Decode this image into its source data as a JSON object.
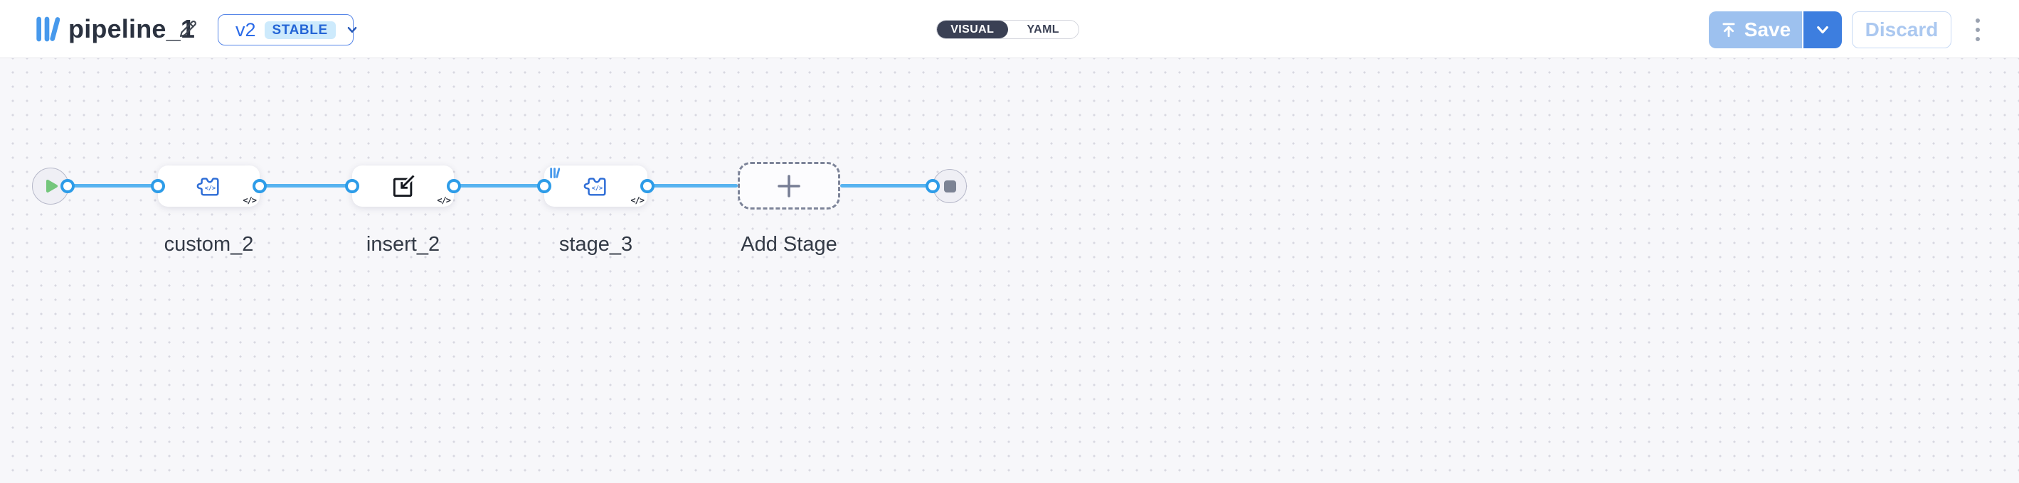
{
  "colors": {
    "brand-blue": "#4799ec",
    "accent-blue": "#2b6be8",
    "edge-blue": "#57b3f0",
    "port-blue": "#2d9ce8",
    "node-icon-blue": "#2c6cd6",
    "toggle-dark": "#3a4054",
    "save-disabled": "#9dc1ef",
    "save-enabled": "#3d7edf",
    "discard-text": "#abc8f0",
    "discard-border": "#c7d9f4",
    "version-border": "#5585e8",
    "stable-bg": "#cdeafc",
    "stable-text": "#2465d6",
    "play-green": "#74c67c",
    "stop-gray": "#7c8394",
    "canvas-bg": "#f7f7fa",
    "canvas-dot": "#d8d8e1",
    "label-dark": "#333a46",
    "title-dark": "#2b3240"
  },
  "header": {
    "title": "pipeline_1",
    "version_selector": {
      "version": "v2",
      "status_badge": "STABLE"
    },
    "view_toggle": {
      "visual": "VISUAL",
      "yaml": "YAML",
      "selected": "VISUAL"
    },
    "save_button": {
      "label": "Save"
    },
    "discard_button": {
      "label": "Discard"
    }
  },
  "canvas": {
    "start_node": {
      "type": "pipeline-input-start",
      "icon": "play-icon"
    },
    "stages": [
      {
        "label": "custom_2",
        "icon": "puzzle-code-icon",
        "corner_badge": "code-badge"
      },
      {
        "label": "insert_2",
        "icon": "import-icon",
        "corner_badge": "code-badge"
      },
      {
        "label": "stage_3",
        "icon": "puzzle-code-icon",
        "corner_badge": "code-badge",
        "top_badge": "brand-logo-badge"
      }
    ],
    "add_stage": {
      "label": "Add Stage",
      "icon": "plus-icon"
    },
    "end_node": {
      "type": "pipeline-output-end",
      "icon": "stop-icon"
    },
    "code_badge_text": "</>"
  }
}
